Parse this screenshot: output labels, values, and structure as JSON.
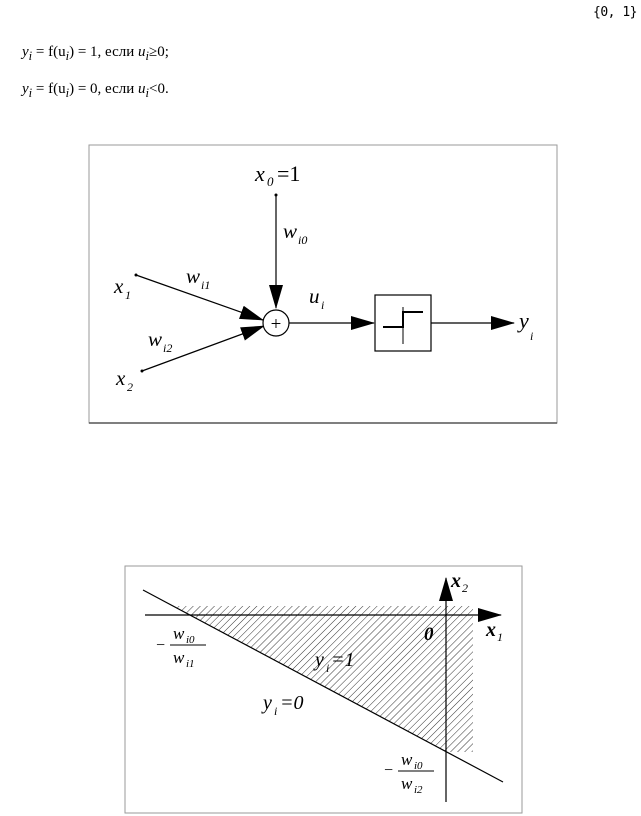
{
  "header_set": "{0, 1}",
  "equations": [
    {
      "lhs_var": "y",
      "lhs_sub": "i",
      "mid": " = f(u",
      "mid_sub": "i",
      "result": ") = 1, если ",
      "cond_var": "u",
      "cond_sub": "i",
      "cond_op": "≥0;"
    },
    {
      "lhs_var": "y",
      "lhs_sub": "i",
      "mid": " = f(u",
      "mid_sub": "i",
      "result": ") = 0, если ",
      "cond_var": "u",
      "cond_sub": "i",
      "cond_op": "<0."
    }
  ],
  "neuron_diagram": {
    "x0_label": "x",
    "x0_sub": "0",
    "x0_value": "=1",
    "x1_label": "x",
    "x1_sub": "1",
    "x2_label": "x",
    "x2_sub": "2",
    "w0_label": "w",
    "w0_sub": "i0",
    "w1_label": "w",
    "w1_sub": "i1",
    "w2_label": "w",
    "w2_sub": "i2",
    "sum_symbol": "+",
    "u_label": "u",
    "u_sub": "i",
    "y_label": "y",
    "y_sub": "i"
  },
  "boundary_plot": {
    "x1_axis": "x",
    "x1_sub": "1",
    "x2_axis": "x",
    "x2_sub": "2",
    "origin": "0",
    "region_one": "y",
    "region_one_sub": "i",
    "region_one_eq": "=1",
    "region_zero": "y",
    "region_zero_sub": "i",
    "region_zero_eq": "=0",
    "x_intercept_sign": "−",
    "x_intercept_num": "w",
    "x_intercept_num_sub": "i0",
    "x_intercept_den": "w",
    "x_intercept_den_sub": "i1",
    "y_intercept_sign": "−",
    "y_intercept_num": "w",
    "y_intercept_num_sub": "i0",
    "y_intercept_den": "w",
    "y_intercept_den_sub": "i2"
  }
}
